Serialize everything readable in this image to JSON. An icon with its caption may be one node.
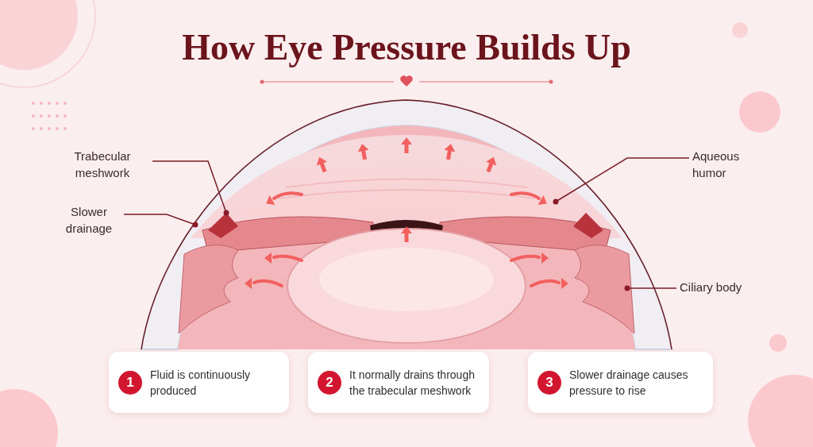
{
  "diagram": {
    "title": "How Eye Pressure Builds Up",
    "nodes": [
      {
        "text": [
          "Trabecular meshwork"
        ]
      },
      {
        "text": [
          "Slower drainage"
        ]
      },
      {
        "text": [
          "Aqueous humor"
        ]
      },
      {
        "text": [
          "Ciliary body"
        ]
      },
      {
        "text": [
          "1",
          "Fluid is continuously produced"
        ]
      },
      {
        "text": [
          "2",
          "It normally drains through the trabecular meshwork"
        ]
      },
      {
        "text": [
          "3",
          "Slower drainage causes pressure to rise"
        ]
      }
    ],
    "edges": [
      {
        "from": 0,
        "to": null,
        "arrow": "other"
      },
      {
        "from": 1,
        "to": null,
        "arrow": "other"
      },
      {
        "from": 2,
        "to": null,
        "arrow": "other"
      },
      {
        "from": 3,
        "to": null,
        "arrow": "other"
      }
    ]
  }
}
